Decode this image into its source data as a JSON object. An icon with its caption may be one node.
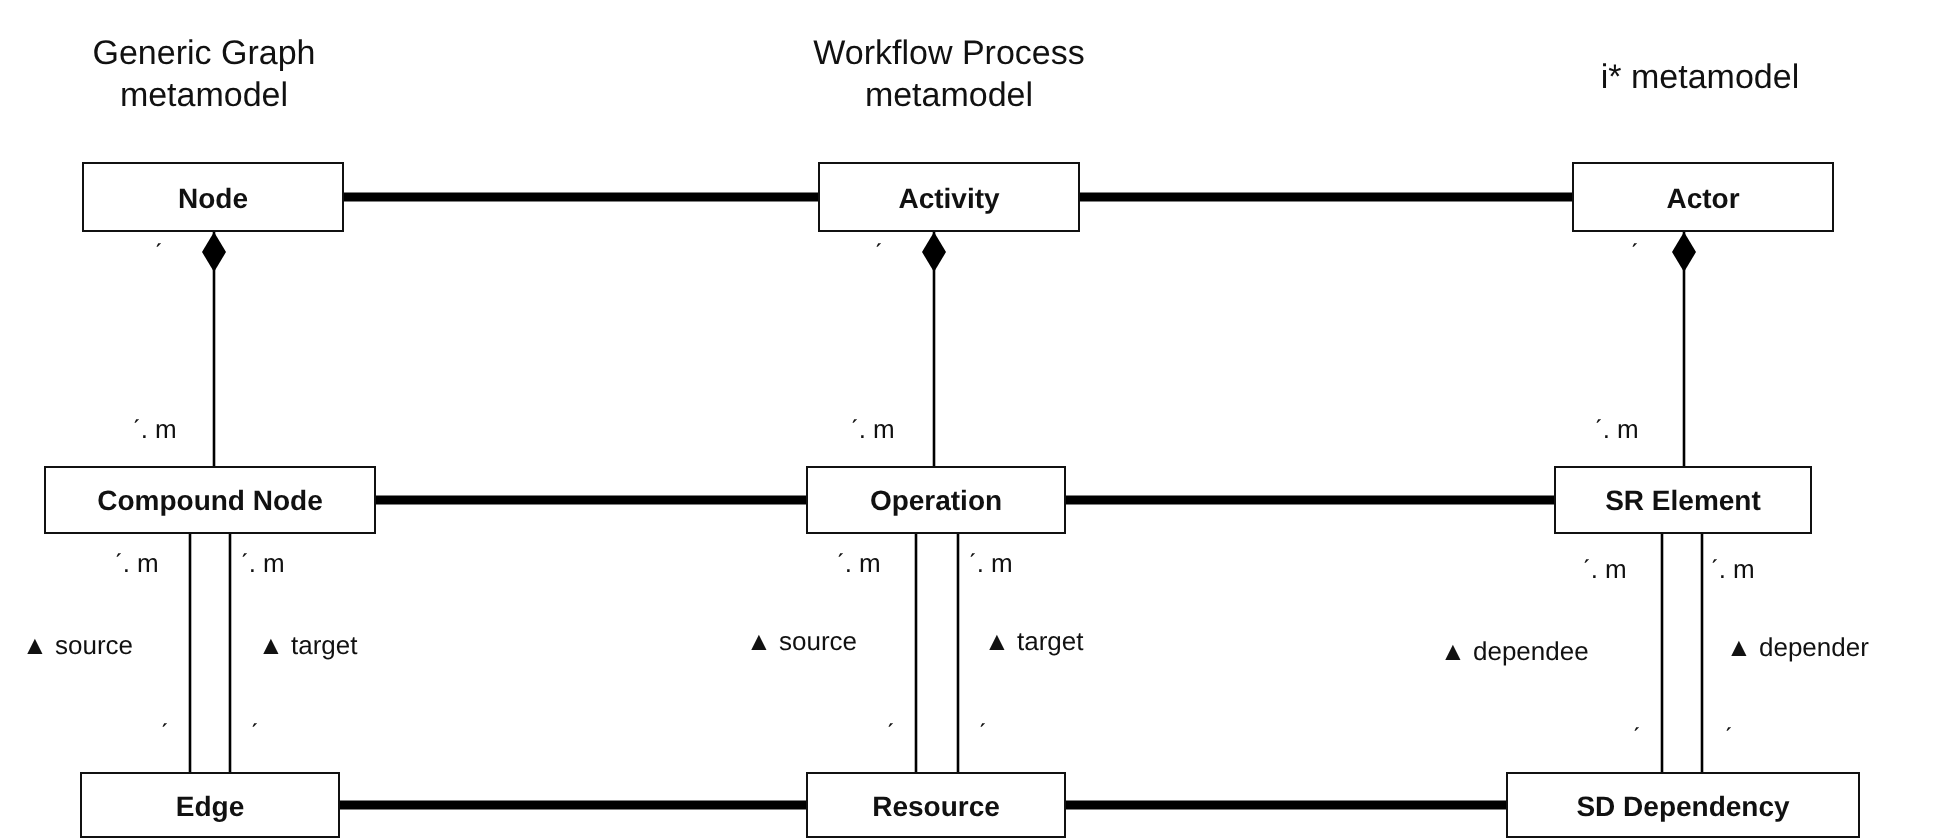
{
  "diagram": {
    "nodes": [
      {
        "text": [
          "Node"
        ]
      },
      {
        "text": [
          "Activity"
        ]
      },
      {
        "text": [
          "Actor"
        ]
      },
      {
        "text": [
          "Compound Node"
        ]
      },
      {
        "text": [
          "Operation"
        ]
      },
      {
        "text": [
          "SR Element"
        ]
      },
      {
        "text": [
          "Edge"
        ]
      },
      {
        "text": [
          "Resource"
        ]
      },
      {
        "text": [
          "SD Dependency"
        ]
      }
    ],
    "edges": [
      {
        "from": 0,
        "to": 1,
        "arrow": "none",
        "style": "thick"
      },
      {
        "from": 1,
        "to": 2,
        "arrow": "none",
        "style": "thick"
      },
      {
        "from": 3,
        "to": 4,
        "arrow": "none",
        "style": "thick"
      },
      {
        "from": 4,
        "to": 5,
        "arrow": "none",
        "style": "thick"
      },
      {
        "from": 6,
        "to": 7,
        "arrow": "none",
        "style": "thick"
      },
      {
        "from": 7,
        "to": 8,
        "arrow": "none",
        "style": "thick"
      },
      {
        "from": 0,
        "to": 3,
        "arrow": "other"
      },
      {
        "from": 1,
        "to": 4,
        "arrow": "other"
      },
      {
        "from": 2,
        "to": 5,
        "arrow": "other"
      },
      {
        "from": 3,
        "to": 6,
        "arrow": "none",
        "label": "▲ source"
      },
      {
        "from": 3,
        "to": 6,
        "arrow": "none",
        "label": "▲ target"
      },
      {
        "from": 4,
        "to": 7,
        "arrow": "none",
        "label": "▲ source"
      },
      {
        "from": 4,
        "to": 7,
        "arrow": "none",
        "label": "▲ target"
      },
      {
        "from": 5,
        "to": 8,
        "arrow": "none",
        "label": "▲ dependee"
      },
      {
        "from": 5,
        "to": 8,
        "arrow": "none",
        "label": "▲ depender"
      }
    ],
    "labels": [
      "Generic Graph metamodel",
      "Workflow Process metamodel",
      "i* metamodel",
      "ˊ",
      "ˊ",
      "ˊ",
      "ˊ. m",
      "ˊ. m",
      "ˊ. m",
      "ˊ. m",
      "ˊ. m",
      "ˊ. m",
      "ˊ. m",
      "ˊ. m",
      "ˊ. m",
      "ˊ",
      "ˊ",
      "ˊ",
      "ˊ",
      "ˊ",
      "ˊ"
    ]
  }
}
